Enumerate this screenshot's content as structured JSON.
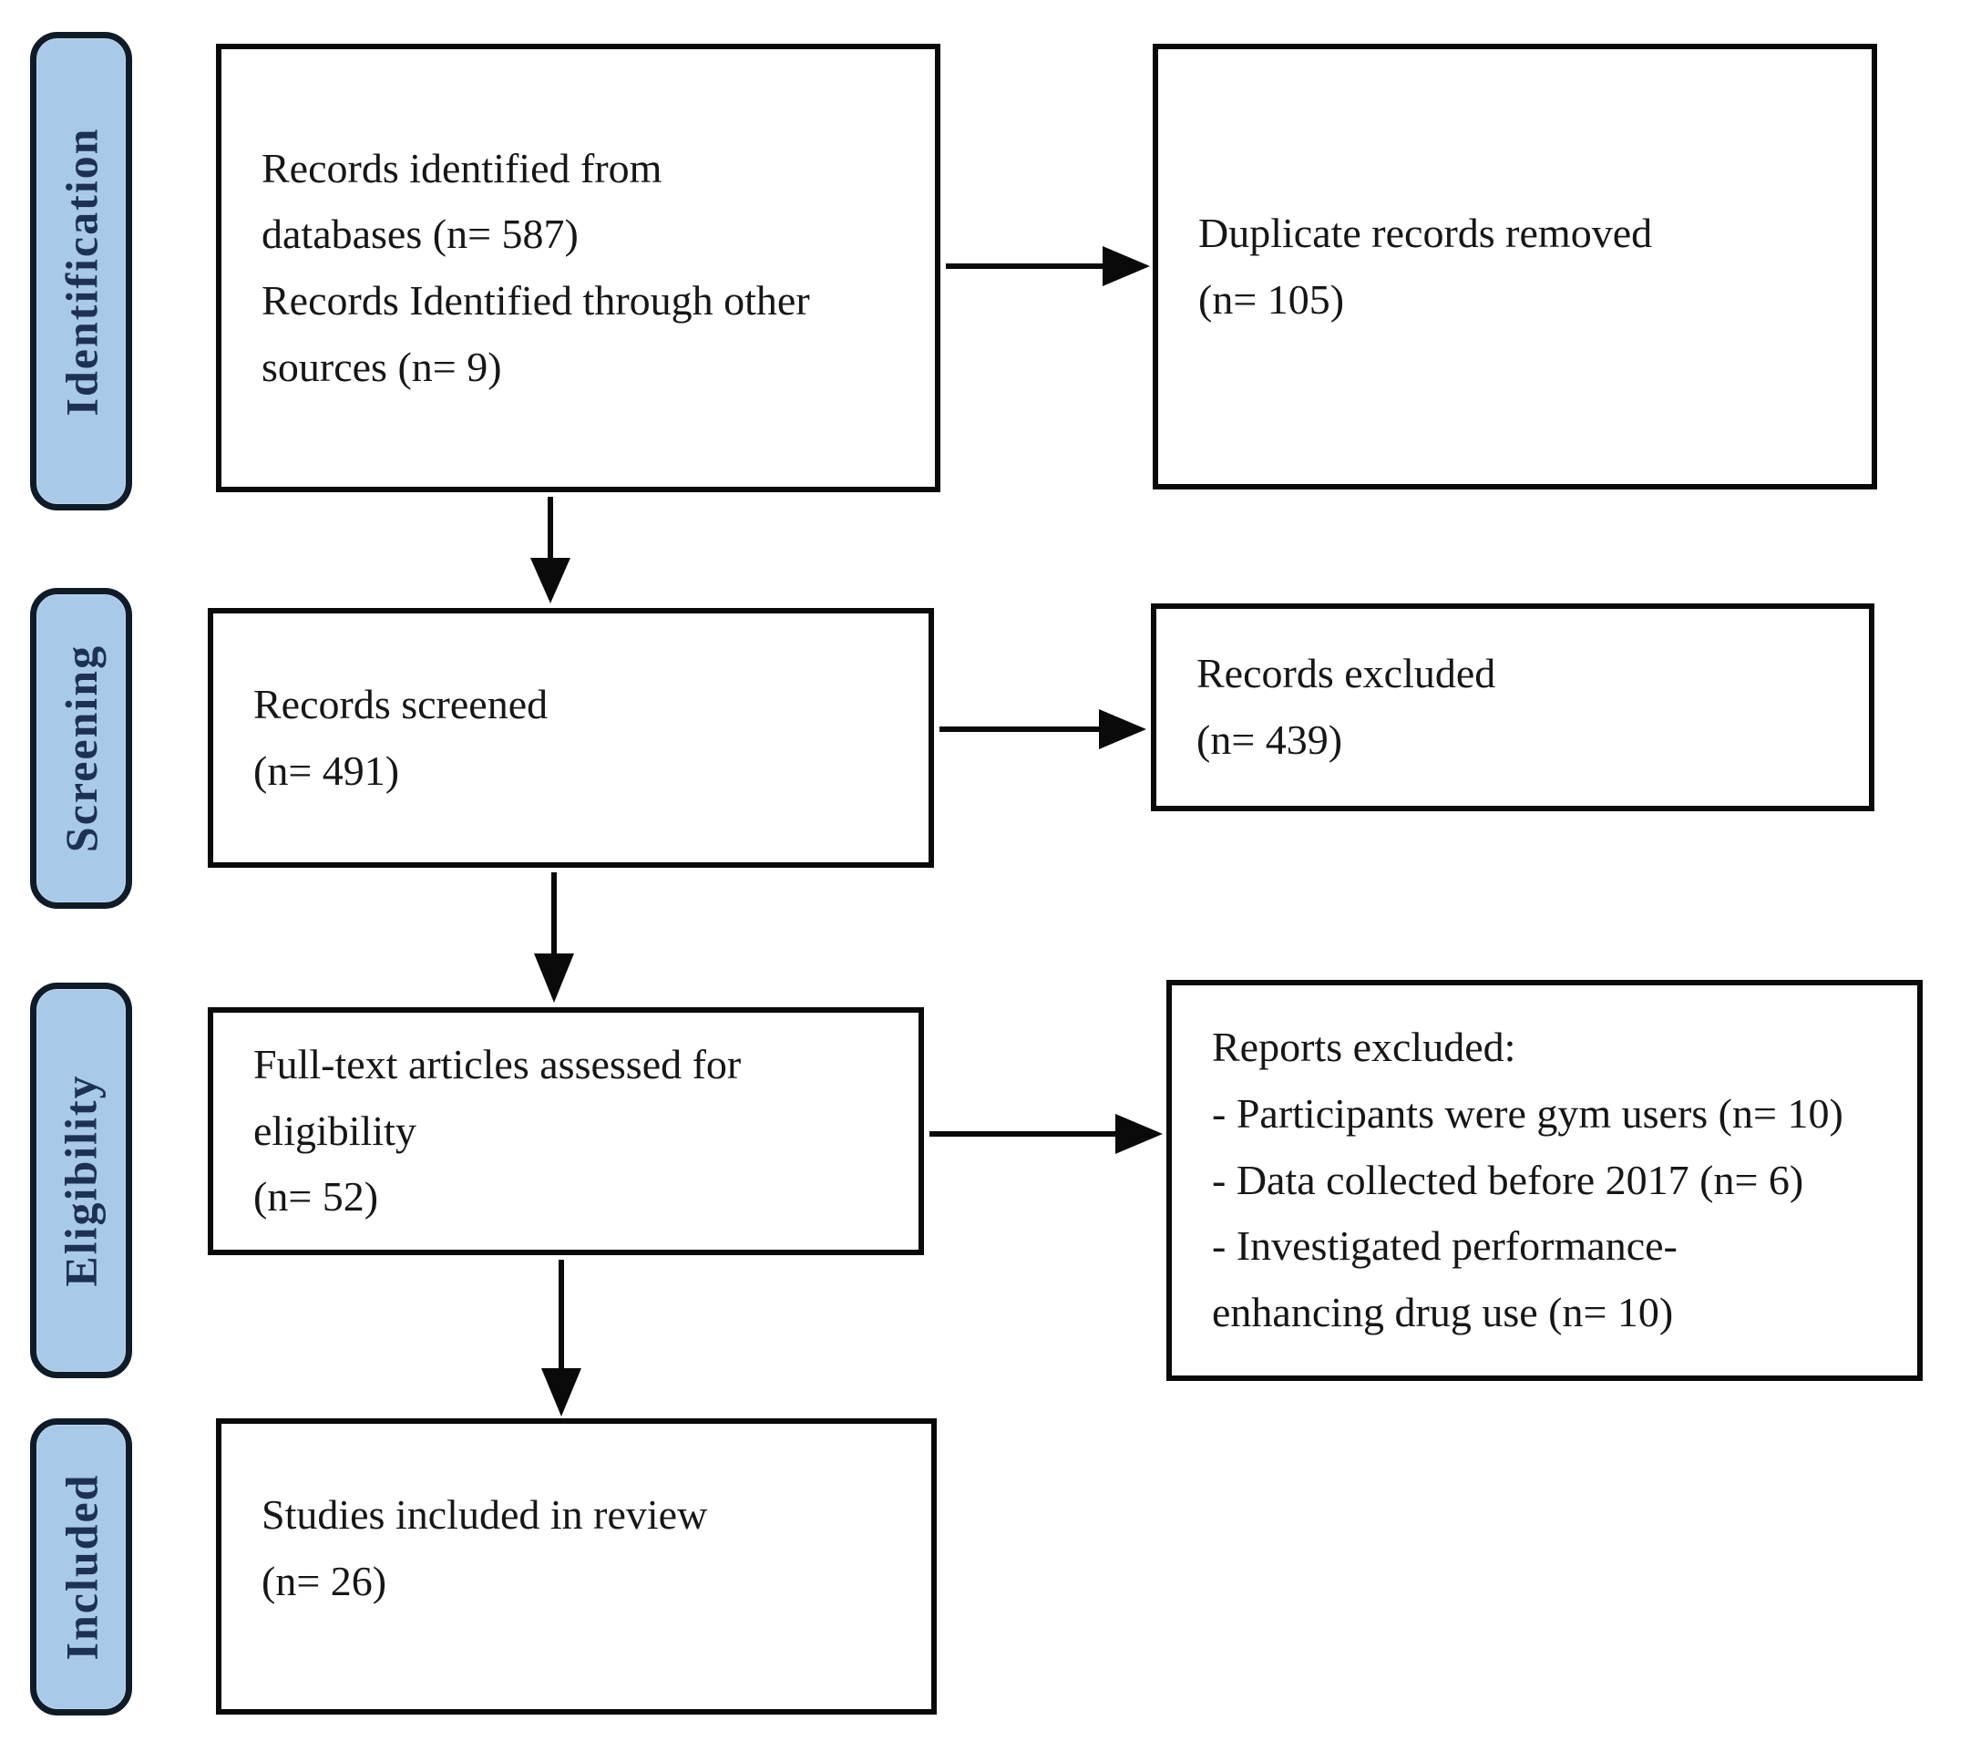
{
  "figure": {
    "type": "prisma-flow-diagram",
    "description_not_shown_on_screen": null
  },
  "colors": {
    "background": "#ffffff",
    "stage_pill_fill": "#a9c9e9",
    "stage_pill_border": "#0f1b27",
    "stage_pill_text": "#1d3252",
    "box_fill": "#ffffff",
    "box_border": "#0a0a0a",
    "box_text": "#161616",
    "arrow": "#0a0a0a"
  },
  "stages": [
    {
      "id": "identification",
      "label": "Identification"
    },
    {
      "id": "screening",
      "label": "Screening"
    },
    {
      "id": "eligibility",
      "label": "Eligibility"
    },
    {
      "id": "included",
      "label": "Included"
    }
  ],
  "boxes": {
    "records_identified": {
      "lines": [
        "Records identified from",
        "databases (n= 587)",
        "Records Identified through other",
        "sources (n= 9)"
      ],
      "n_databases": 587,
      "n_other_sources": 9
    },
    "duplicates_removed": {
      "lines": [
        "Duplicate records removed",
        "(n= 105)"
      ],
      "n": 105
    },
    "records_screened": {
      "lines": [
        "Records screened",
        "(n= 491)"
      ],
      "n": 491
    },
    "records_excluded": {
      "lines": [
        "Records excluded",
        "(n= 439)"
      ],
      "n": 439
    },
    "fulltext_assessed": {
      "lines": [
        "Full-text articles assessed for",
        "eligibility",
        "(n= 52)"
      ],
      "n": 52
    },
    "reports_excluded": {
      "lines": [
        "Reports excluded:",
        "- Participants were gym users (n= 10)",
        "- Data collected before 2017 (n= 6)",
        "- Investigated performance-",
        "enhancing drug use (n= 10)"
      ],
      "n_gym_users": 10,
      "n_before_2017": 6,
      "n_performance_enhancing": 10
    },
    "studies_included": {
      "lines": [
        "Studies included in review",
        "(n= 26)"
      ],
      "n": 26
    }
  }
}
